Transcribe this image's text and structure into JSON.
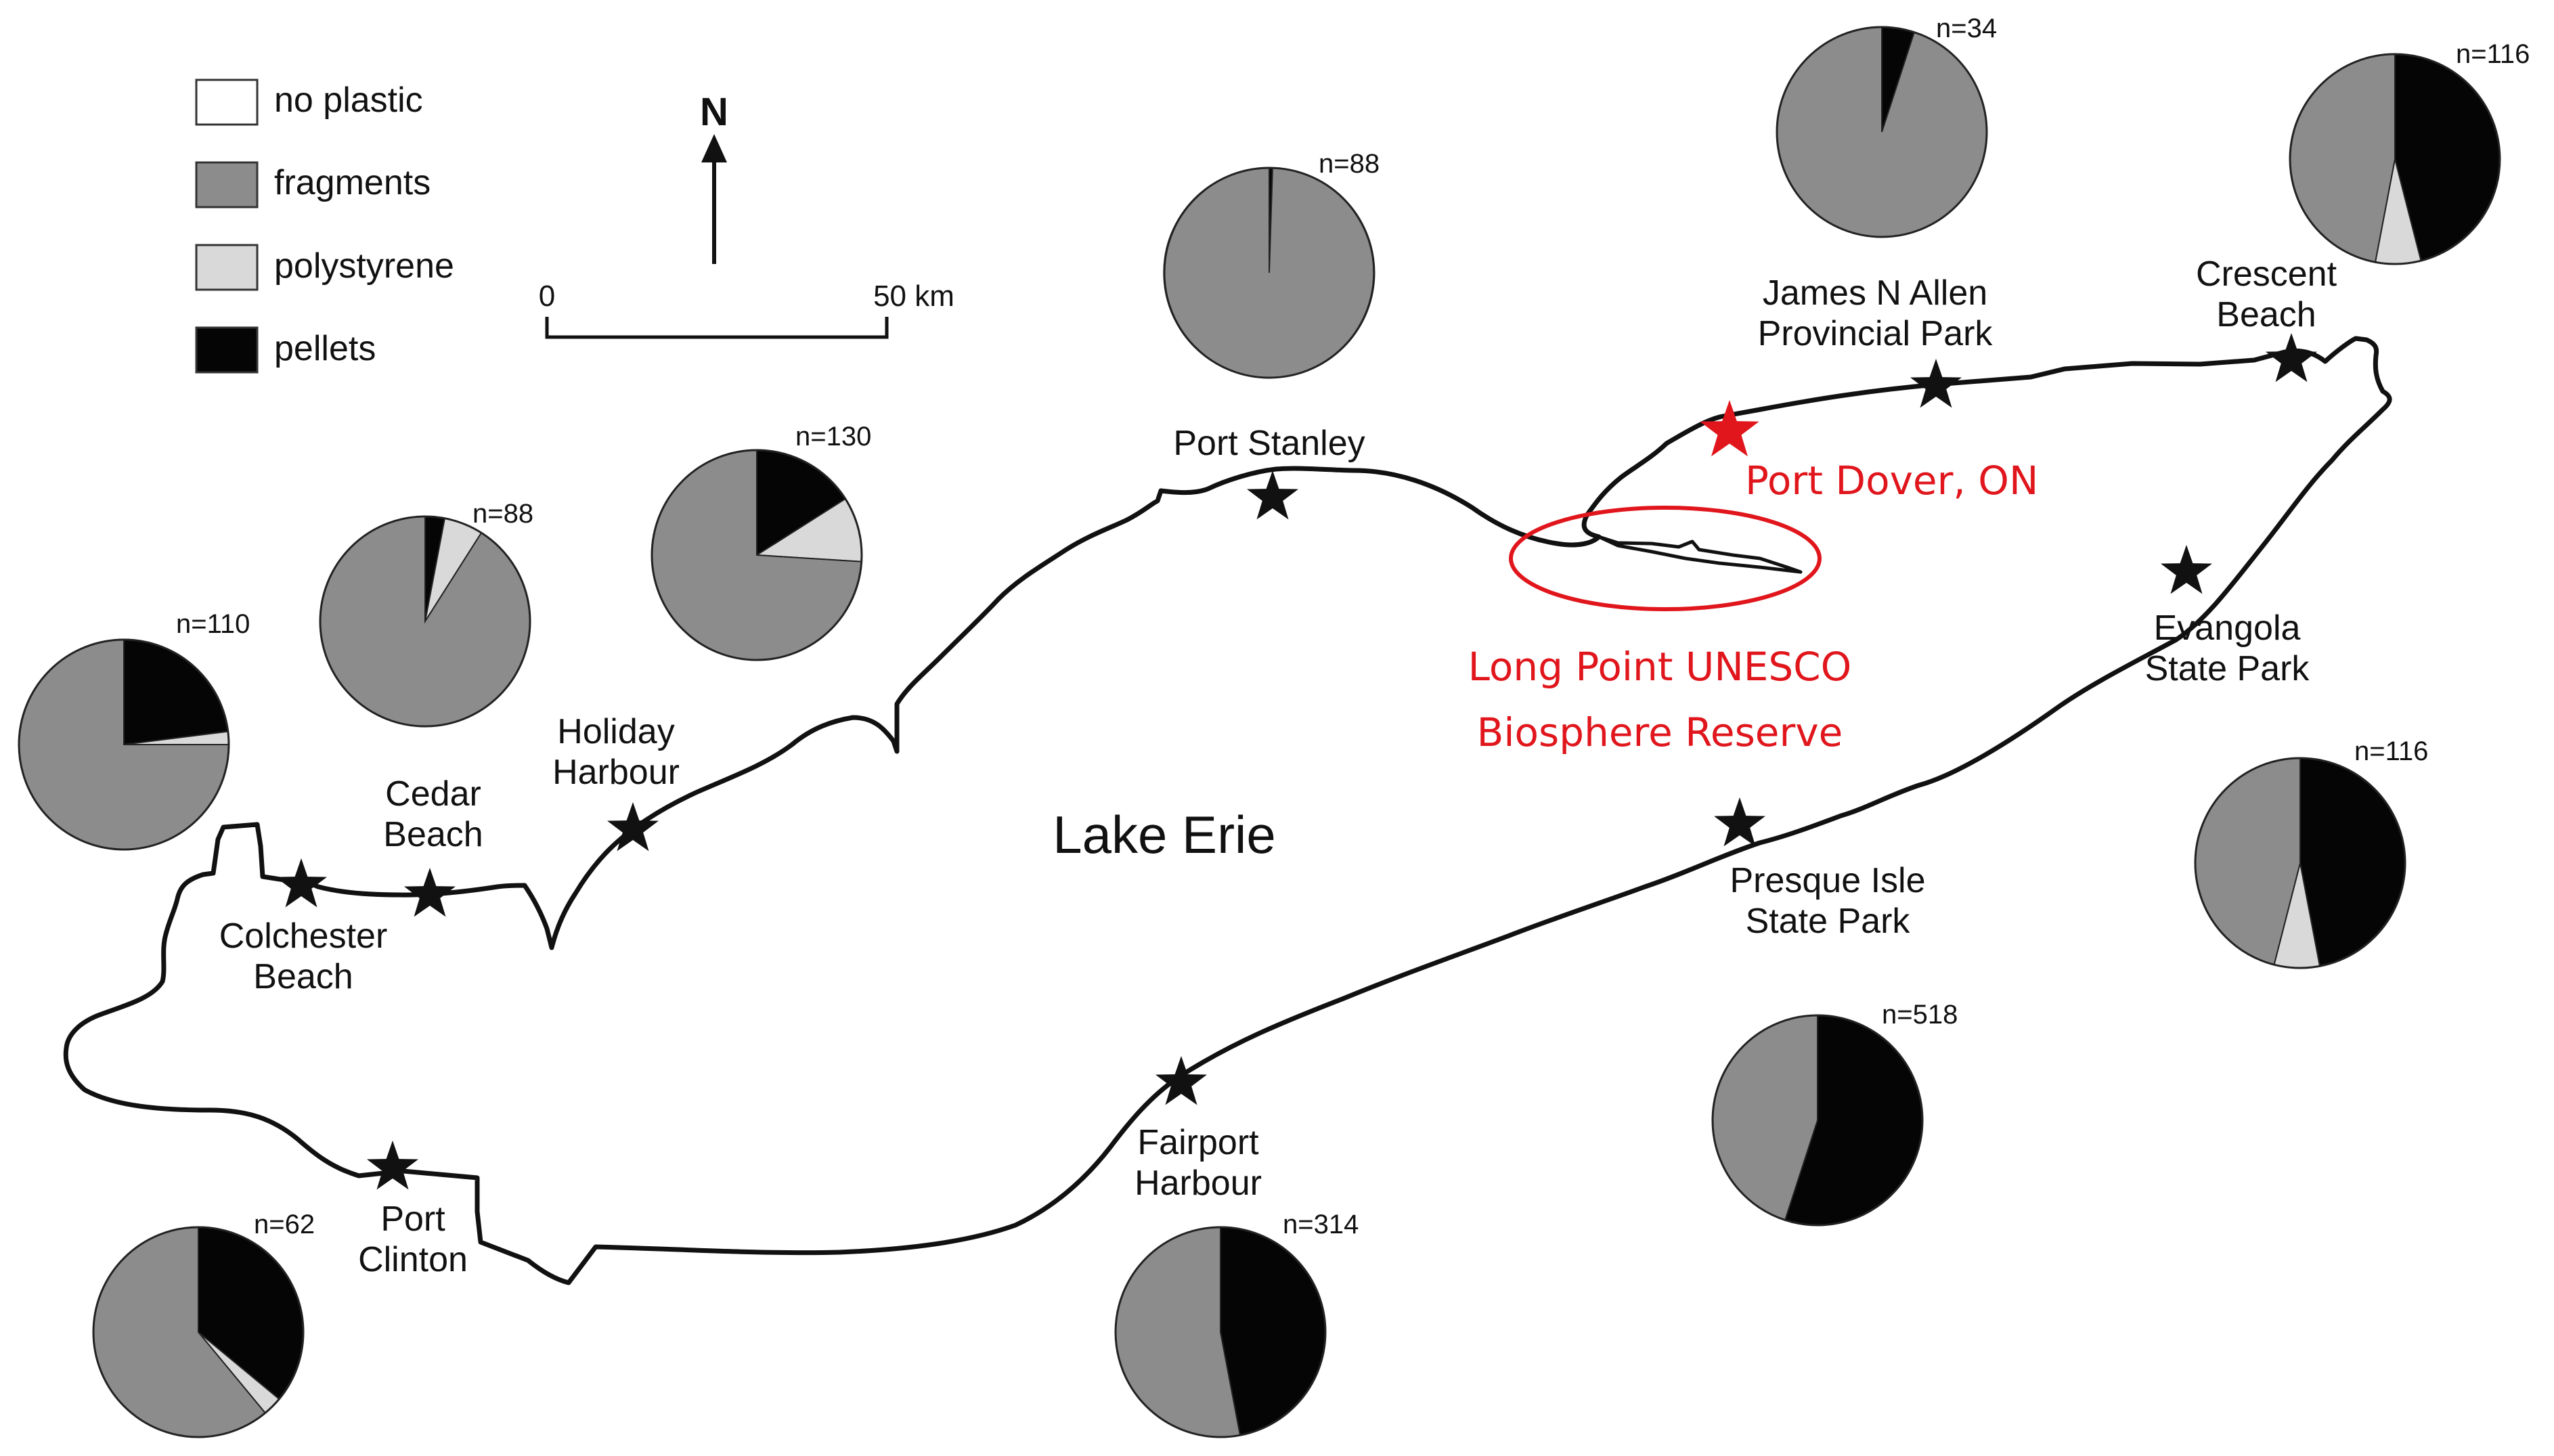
{
  "legend": {
    "items": [
      {
        "label": "no plastic",
        "color": "#ffffff"
      },
      {
        "label": "fragments",
        "color": "#8c8c8c"
      },
      {
        "label": "polystyrene",
        "color": "#d9d9d9"
      },
      {
        "label": "pellets",
        "color": "#050505"
      }
    ]
  },
  "north_arrow": {
    "label": "N"
  },
  "scale_bar": {
    "start_label": "0",
    "end_label": "50 km"
  },
  "lake_label": "Lake Erie",
  "sites": [
    {
      "label": "Colchester\nBeach"
    },
    {
      "label": "Cedar\nBeach"
    },
    {
      "label": "Holiday\nHarbour"
    },
    {
      "label": "Port Stanley"
    },
    {
      "label": "James N Allen\nProvincial Park"
    },
    {
      "label": "Crescent\nBeach"
    },
    {
      "label": "Evangola\nState Park"
    },
    {
      "label": "Presque Isle\nState Park"
    },
    {
      "label": "Fairport\nHarbour"
    },
    {
      "label": "Port\nClinton"
    }
  ],
  "annotations": {
    "port_dover": "Port Dover, ON",
    "long_point_line1": "Long Point UNESCO",
    "long_point_line2": "Biosphere Reserve",
    "color": "#e0161c"
  },
  "pies": [
    {
      "n_label": "n=110",
      "no_plastic": 0.0,
      "fragments": 0.75,
      "polystyrene": 0.02,
      "pellets": 0.23
    },
    {
      "n_label": "n=88",
      "no_plastic": 0.0,
      "fragments": 0.91,
      "polystyrene": 0.06,
      "pellets": 0.03
    },
    {
      "n_label": "n=130",
      "no_plastic": 0.0,
      "fragments": 0.74,
      "polystyrene": 0.1,
      "pellets": 0.16
    },
    {
      "n_label": "n=88",
      "no_plastic": 0.0,
      "fragments": 0.995,
      "polystyrene": 0.0,
      "pellets": 0.005
    },
    {
      "n_label": "n=34",
      "no_plastic": 0.0,
      "fragments": 0.95,
      "polystyrene": 0.0,
      "pellets": 0.05
    },
    {
      "n_label": "n=116",
      "no_plastic": 0.0,
      "fragments": 0.47,
      "polystyrene": 0.07,
      "pellets": 0.46
    },
    {
      "n_label": "n=116",
      "no_plastic": 0.0,
      "fragments": 0.46,
      "polystyrene": 0.07,
      "pellets": 0.47
    },
    {
      "n_label": "n=518",
      "no_plastic": 0.0,
      "fragments": 0.45,
      "polystyrene": 0.0,
      "pellets": 0.55
    },
    {
      "n_label": "n=314",
      "no_plastic": 0.0,
      "fragments": 0.53,
      "polystyrene": 0.0,
      "pellets": 0.47
    },
    {
      "n_label": "n=62",
      "no_plastic": 0.0,
      "fragments": 0.61,
      "polystyrene": 0.03,
      "pellets": 0.36
    }
  ]
}
